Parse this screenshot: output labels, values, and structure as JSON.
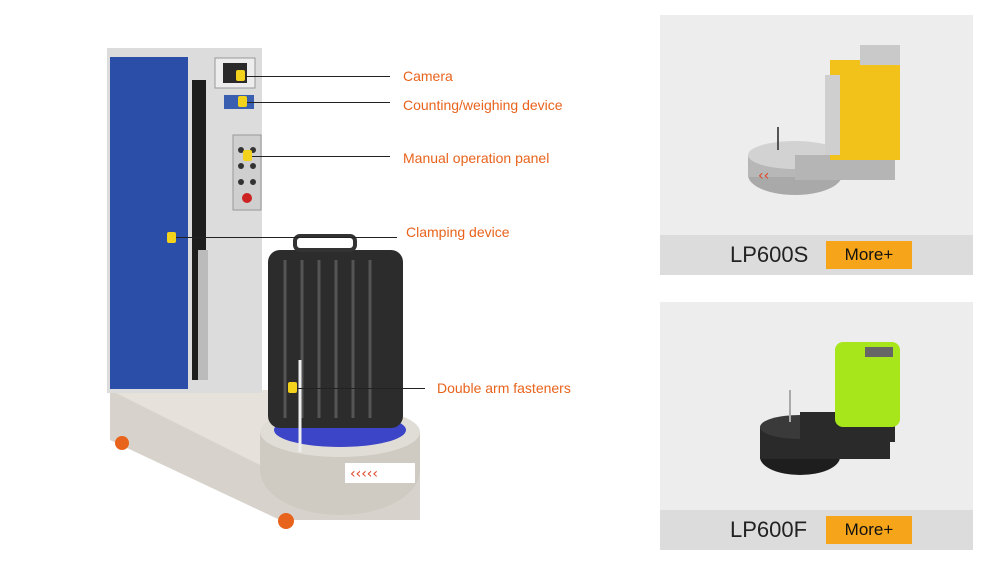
{
  "callouts": [
    {
      "label": "Camera"
    },
    {
      "label": "Counting/weighing device"
    },
    {
      "label": "Manual operation panel"
    },
    {
      "label": "Clamping device"
    },
    {
      "label": "Double arm fasteners"
    }
  ],
  "products": [
    {
      "name": "LP600S",
      "more_label": "More+"
    },
    {
      "name": "LP600F",
      "more_label": "More+"
    }
  ],
  "colors": {
    "accent": "#e8631c",
    "button": "#f6a51a",
    "card_bg": "#ededed",
    "bar_bg": "#dcdcdc"
  }
}
